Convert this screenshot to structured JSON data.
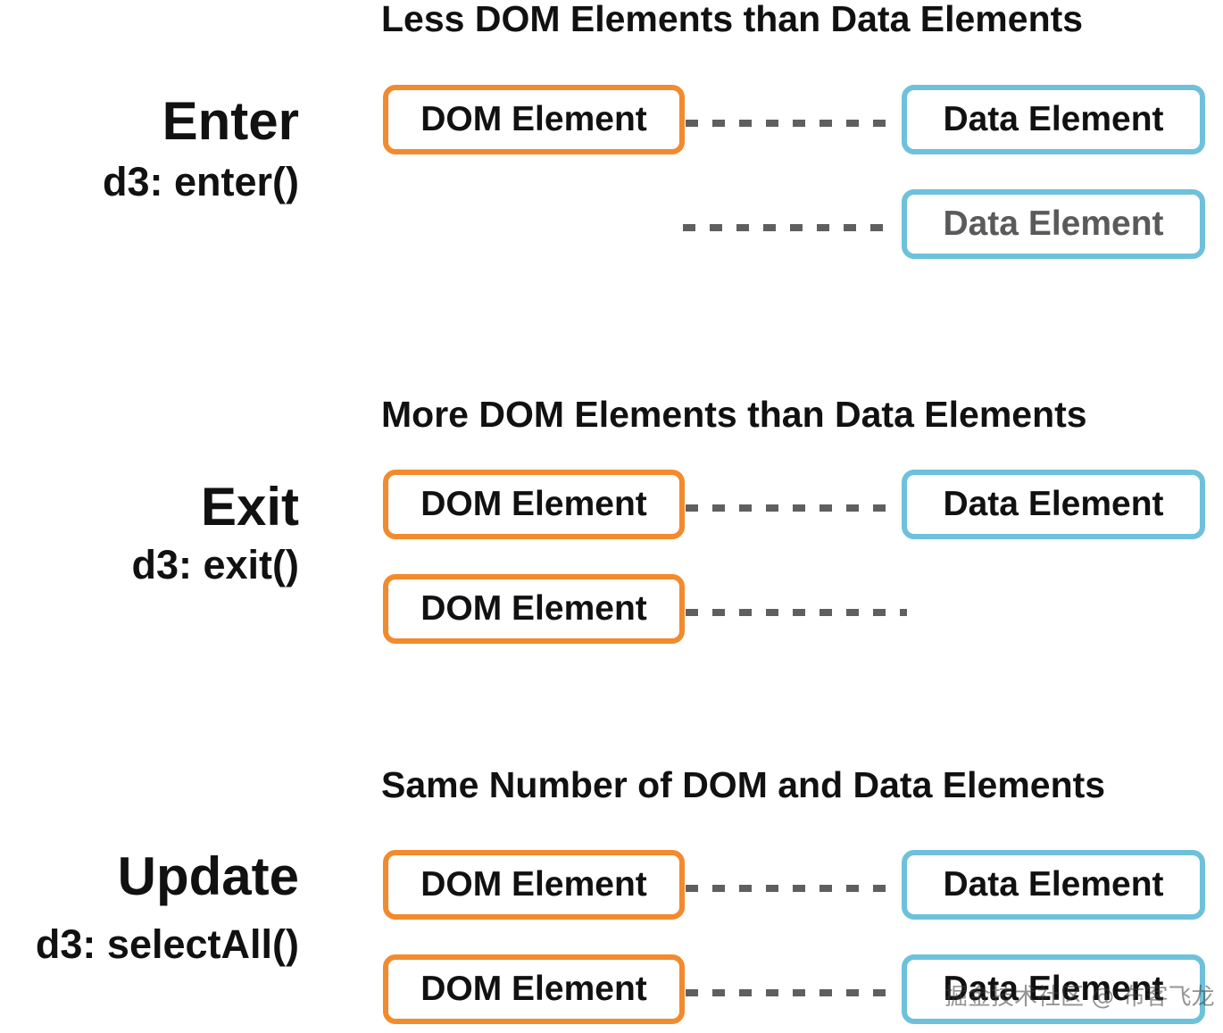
{
  "colors": {
    "dom_border": "#F28A2E",
    "data_border": "#6EC1DB",
    "connector": "#5F5F5F",
    "text": "#111111"
  },
  "sections": [
    {
      "title": "Less DOM Elements than Data Elements",
      "label": "Enter",
      "function": "d3: enter()",
      "rows": [
        {
          "dom": "DOM Element",
          "data": "Data Element"
        },
        {
          "dom": null,
          "data": "Data Element"
        }
      ]
    },
    {
      "title": "More DOM Elements than Data Elements",
      "label": "Exit",
      "function": "d3: exit()",
      "rows": [
        {
          "dom": "DOM Element",
          "data": "Data Element"
        },
        {
          "dom": "DOM Element",
          "data": null
        }
      ]
    },
    {
      "title": "Same Number of DOM and Data Elements",
      "label": "Update",
      "function": "d3: selectAll()",
      "rows": [
        {
          "dom": "DOM Element",
          "data": "Data Element"
        },
        {
          "dom": "DOM Element",
          "data": "Data Element"
        }
      ]
    }
  ],
  "watermark": "掘金技术社区 @ 布客飞龙"
}
